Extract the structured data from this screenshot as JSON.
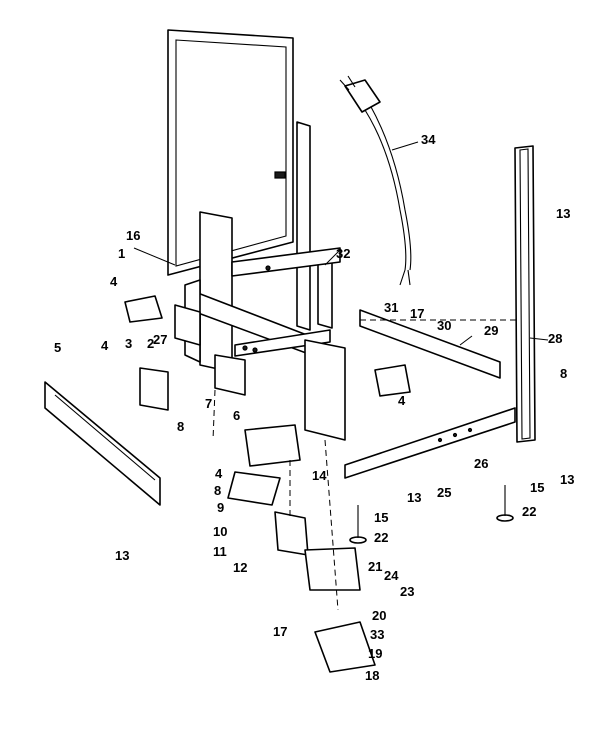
{
  "callouts": [
    {
      "id": "c1",
      "text": "1"
    },
    {
      "id": "c2",
      "text": "2"
    },
    {
      "id": "c3",
      "text": "3"
    },
    {
      "id": "c4a",
      "text": "4"
    },
    {
      "id": "c4b",
      "text": "4"
    },
    {
      "id": "c4c",
      "text": "4"
    },
    {
      "id": "c4d",
      "text": "4"
    },
    {
      "id": "c5",
      "text": "5"
    },
    {
      "id": "c6",
      "text": "6"
    },
    {
      "id": "c7",
      "text": "7"
    },
    {
      "id": "c8a",
      "text": "8"
    },
    {
      "id": "c8b",
      "text": "8"
    },
    {
      "id": "c8c",
      "text": "8"
    },
    {
      "id": "c9",
      "text": "9"
    },
    {
      "id": "c10",
      "text": "10"
    },
    {
      "id": "c11",
      "text": "11"
    },
    {
      "id": "c12",
      "text": "12"
    },
    {
      "id": "c13a",
      "text": "13"
    },
    {
      "id": "c13b",
      "text": "13"
    },
    {
      "id": "c13c",
      "text": "13"
    },
    {
      "id": "c13d",
      "text": "13"
    },
    {
      "id": "c14",
      "text": "14"
    },
    {
      "id": "c15a",
      "text": "15"
    },
    {
      "id": "c15b",
      "text": "15"
    },
    {
      "id": "c16",
      "text": "16"
    },
    {
      "id": "c17a",
      "text": "17"
    },
    {
      "id": "c17b",
      "text": "17"
    },
    {
      "id": "c18",
      "text": "18"
    },
    {
      "id": "c19",
      "text": "19"
    },
    {
      "id": "c20",
      "text": "20"
    },
    {
      "id": "c21",
      "text": "21"
    },
    {
      "id": "c22a",
      "text": "22"
    },
    {
      "id": "c22b",
      "text": "22"
    },
    {
      "id": "c23",
      "text": "23"
    },
    {
      "id": "c24",
      "text": "24"
    },
    {
      "id": "c25",
      "text": "25"
    },
    {
      "id": "c26",
      "text": "26"
    },
    {
      "id": "c27",
      "text": "27"
    },
    {
      "id": "c28",
      "text": "28"
    },
    {
      "id": "c29",
      "text": "29"
    },
    {
      "id": "c30",
      "text": "30"
    },
    {
      "id": "c31",
      "text": "31"
    },
    {
      "id": "c32",
      "text": "32"
    },
    {
      "id": "c34",
      "text": "34"
    },
    {
      "id": "c33",
      "text": "33"
    }
  ]
}
